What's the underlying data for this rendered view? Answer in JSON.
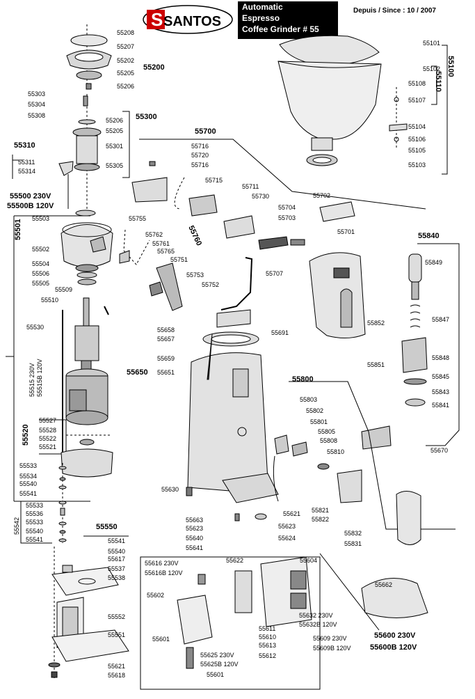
{
  "header": {
    "brand": "SANTOS",
    "title_lines": [
      "Automatic",
      "Espresso",
      "Coffee Grinder # 55"
    ],
    "since": "Depuis / Since : 10 / 2007"
  },
  "parts": [
    "55208",
    "55207",
    "55202",
    "55205",
    "55206",
    "55200",
    "55303",
    "55304",
    "55308",
    "55206",
    "55205",
    "55301",
    "55305",
    "55300",
    "55310",
    "55311",
    "55314",
    "55500 230V",
    "55500B 120V",
    "55503",
    "55502",
    "55501",
    "55504",
    "55506",
    "55505",
    "55509",
    "55510",
    "55530",
    "55515 230V",
    "55515B 120V",
    "55527",
    "55528",
    "55522",
    "55521",
    "55520",
    "55533",
    "55534",
    "55540",
    "55541",
    "55533",
    "55536",
    "55533",
    "55540",
    "55541",
    "55542",
    "55550",
    "55541",
    "55540",
    "55617",
    "55537",
    "55538",
    "55552",
    "55551",
    "55621",
    "55618",
    "55716",
    "55720",
    "55716",
    "55715",
    "55711",
    "55730",
    "55700",
    "55755",
    "55762",
    "55761",
    "55765",
    "55760",
    "55751",
    "55753",
    "55752",
    "55704",
    "55703",
    "55707",
    "55702",
    "55701",
    "55658",
    "55657",
    "55659",
    "55650",
    "55651",
    "55691",
    "55101",
    "55102",
    "55100",
    "55110",
    "55108",
    "55107",
    "55104",
    "55106",
    "55105",
    "55103",
    "55840",
    "55849",
    "55847",
    "55852",
    "55848",
    "55851",
    "55845",
    "55843",
    "55841",
    "55670",
    "55800",
    "55803",
    "55802",
    "55801",
    "55805",
    "55808",
    "55810",
    "55821",
    "55822",
    "55832",
    "55831",
    "55630",
    "55621",
    "55663",
    "55623",
    "55623",
    "55640",
    "55624",
    "55641",
    "55622",
    "55604",
    "55616 230V",
    "55616B 120V",
    "55602",
    "55632 230V",
    "55632B 120V",
    "55611",
    "55610",
    "55601",
    "55613",
    "55612",
    "55609 230V",
    "55609B 120V",
    "55625 230V",
    "55625B 120V",
    "55601",
    "55662",
    "55600 230V",
    "55600B 120V"
  ]
}
